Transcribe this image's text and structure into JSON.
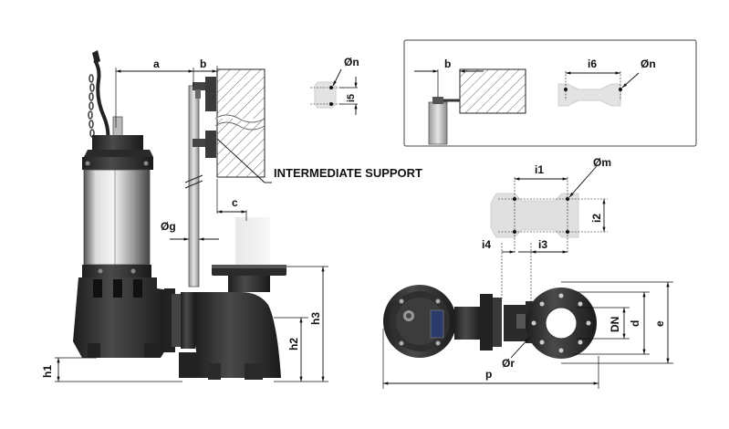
{
  "labels": {
    "a": "a",
    "b_main": "b",
    "c": "c",
    "g": "Øg",
    "n_small": "Øn",
    "i5": "i5",
    "b_inset": "b",
    "i6": "i6",
    "n_inset": "Øn",
    "intermediate_support": "INTERMEDIATE SUPPORT",
    "h1": "h1",
    "h2": "h2",
    "h3": "h3",
    "i1": "i1",
    "m": "Øm",
    "i2": "i2",
    "i4": "i4",
    "i3": "i3",
    "DN": "DN",
    "d": "d",
    "e": "e",
    "r": "Ør",
    "p": "p"
  }
}
